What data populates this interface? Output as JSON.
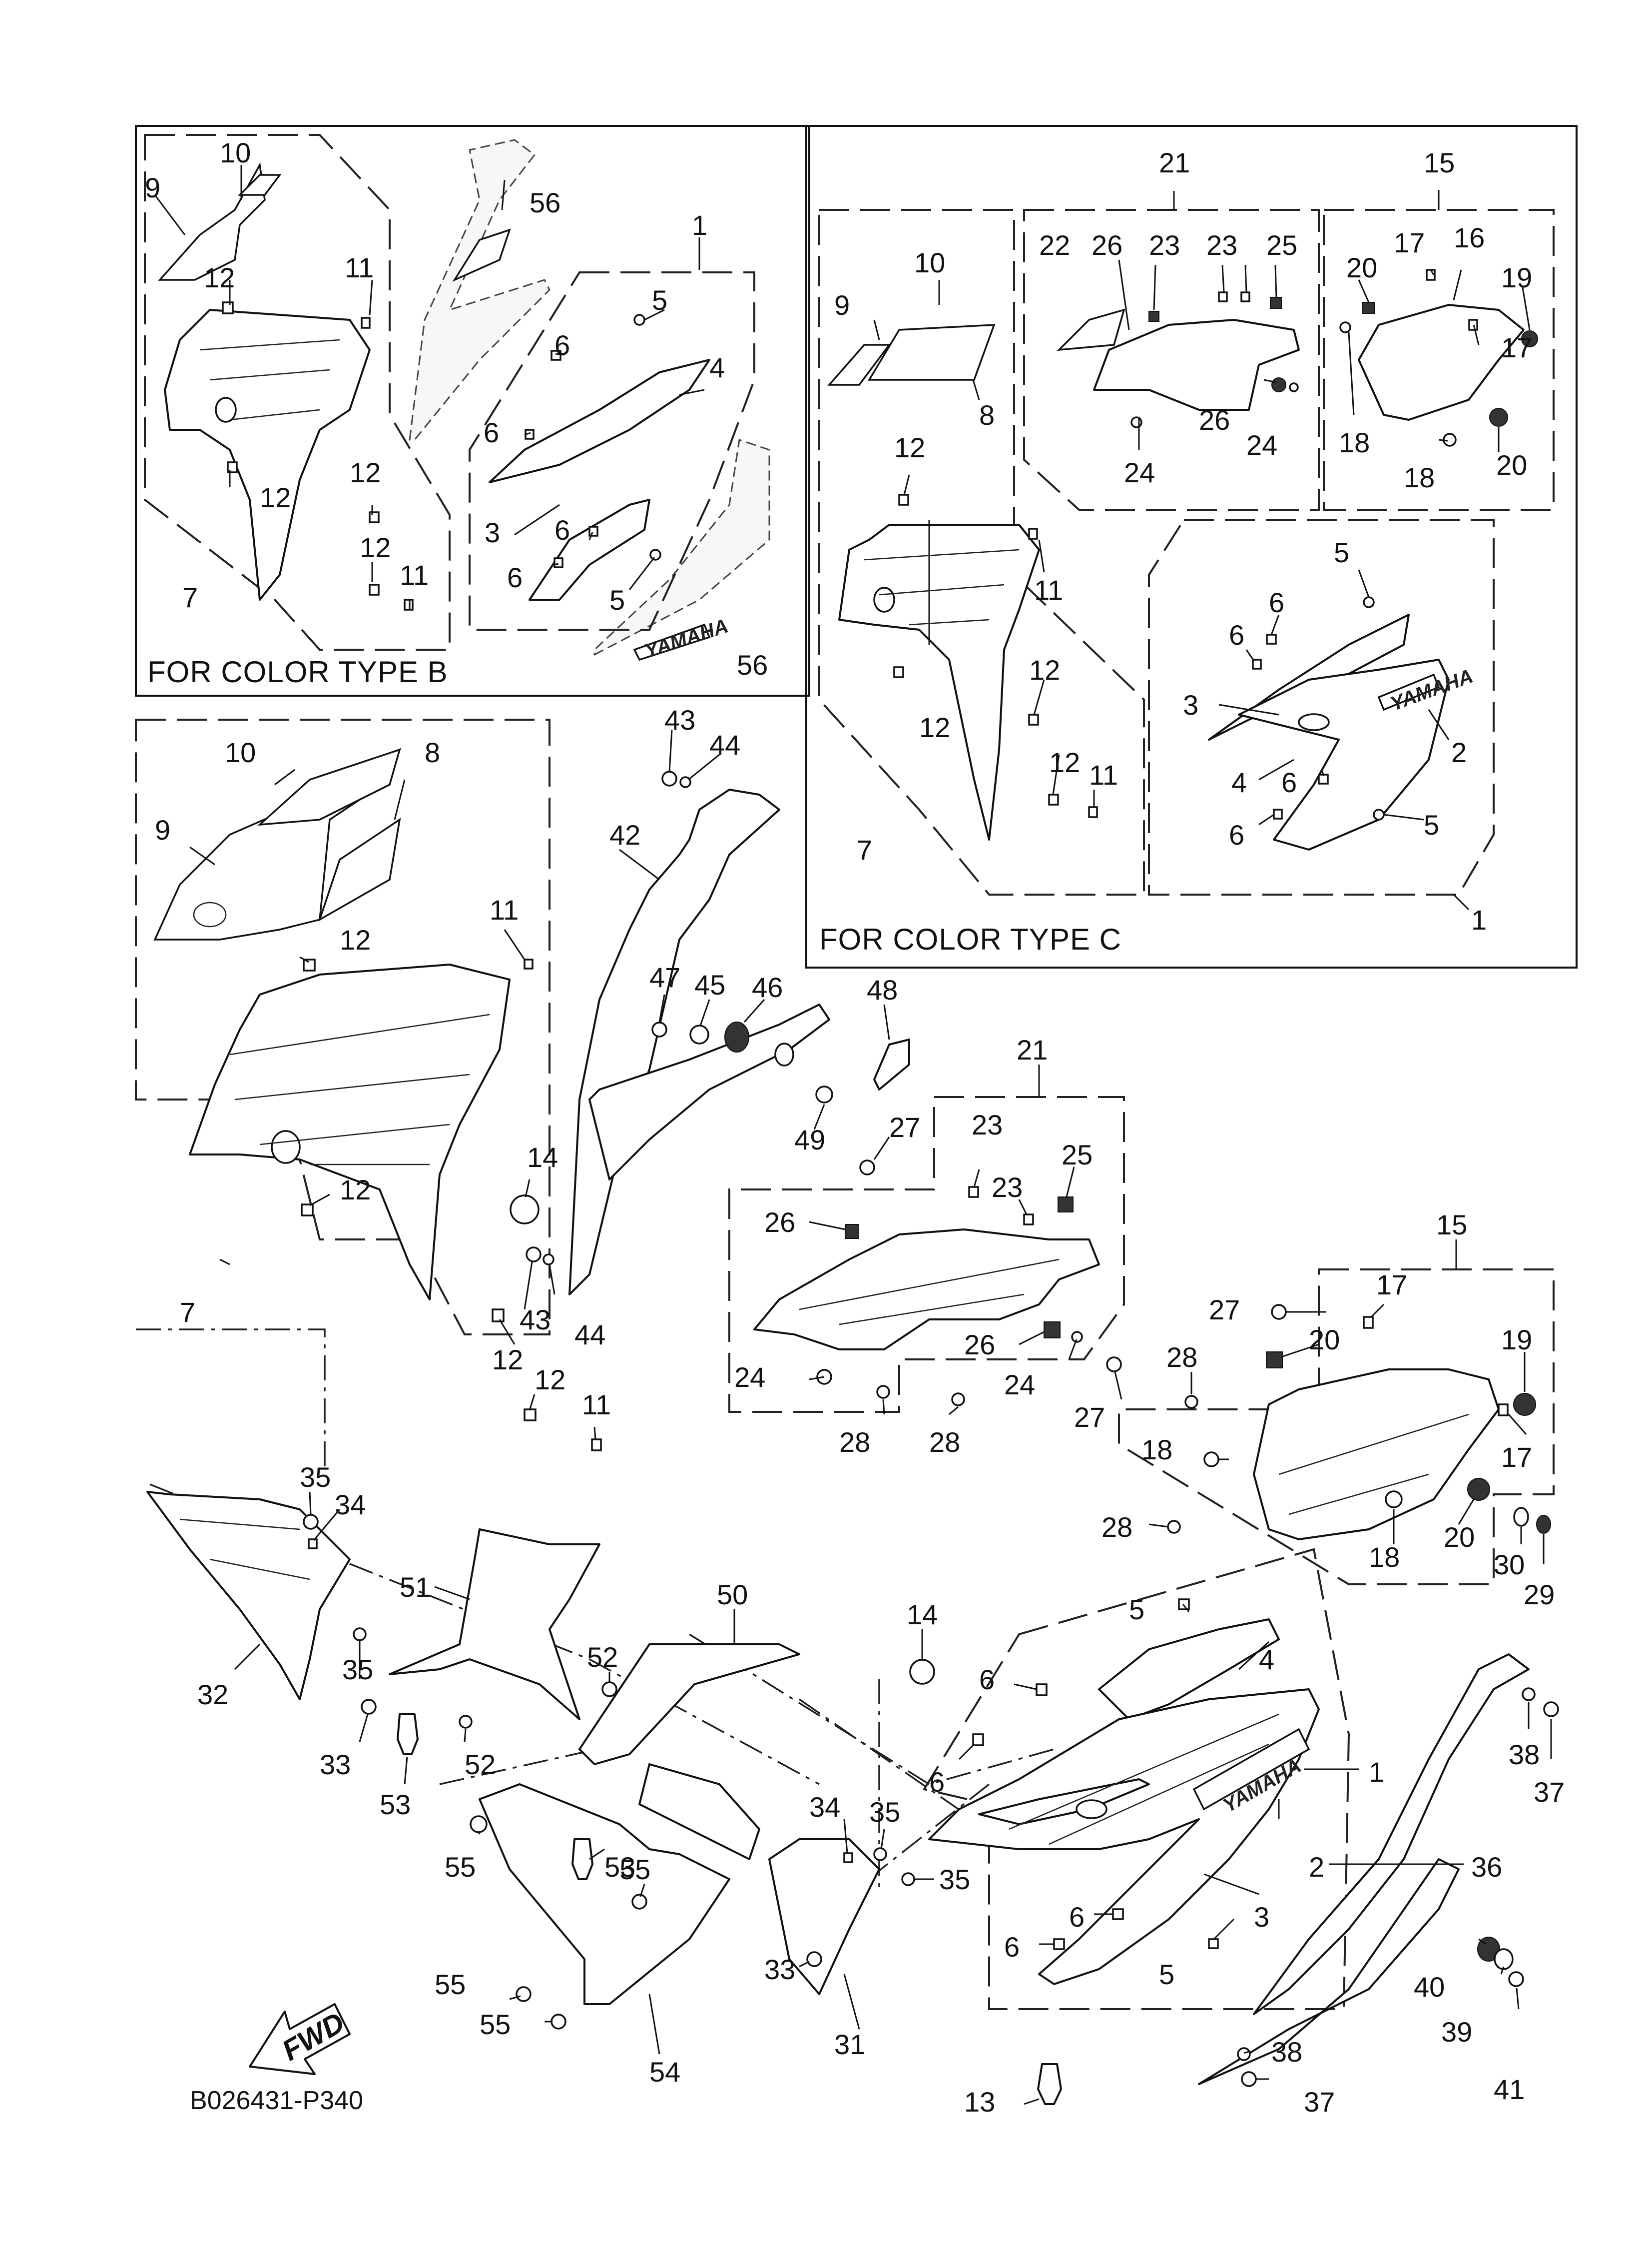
{
  "diagram_id": "B026431-P340",
  "fwd_label": "FWD",
  "brand_mark": "YAMAHA",
  "sections": {
    "color_type_b": "FOR COLOR TYPE B",
    "color_type_c": "FOR COLOR TYPE C"
  },
  "callouts": {
    "tb_10": "10",
    "tb_9": "9",
    "tb_12a": "12",
    "tb_11a": "11",
    "tb_12b": "12",
    "tb_12c": "12",
    "tb_12d": "12",
    "tb_11b": "11",
    "tb_7": "7",
    "tb_56a": "56",
    "tb_1": "1",
    "tb_5a": "5",
    "tb_6a": "6",
    "tb_4": "4",
    "tb_6b": "6",
    "tb_3": "3",
    "tb_6c": "6",
    "tb_6d": "6",
    "tb_5b": "5",
    "tb_56b": "56",
    "tc_10": "10",
    "tc_9": "9",
    "tc_8": "8",
    "tc_12a": "12",
    "tc_11a": "11",
    "tc_12b": "12",
    "tc_12c": "12",
    "tc_12d": "12",
    "tc_11b": "11",
    "tc_7": "7",
    "tc_21": "21",
    "tc_22": "22",
    "tc_26a": "26",
    "tc_23a": "23",
    "tc_23b": "23",
    "tc_25": "25",
    "tc_26b": "26",
    "tc_24a": "24",
    "tc_24b": "24",
    "tc_15": "15",
    "tc_17a": "17",
    "tc_16": "16",
    "tc_20a": "20",
    "tc_19": "19",
    "tc_17b": "17",
    "tc_18a": "18",
    "tc_18b": "18",
    "tc_20b": "20",
    "tc_1": "1",
    "tc_5a": "5",
    "tc_6a": "6",
    "tc_6b": "6",
    "tc_3": "3",
    "tc_2": "2",
    "tc_4": "4",
    "tc_6c": "6",
    "tc_6d": "6",
    "tc_5b": "5",
    "m_10": "10",
    "m_8": "8",
    "m_9": "9",
    "m_11a": "11",
    "m_12a": "12",
    "m_12b": "12",
    "m_7": "7",
    "m_14a": "14",
    "m_43a": "43",
    "m_44a": "44",
    "m_43b": "43",
    "m_44b": "44",
    "m_42": "42",
    "m_12c": "12",
    "m_12d": "12",
    "m_11b": "11",
    "m_47": "47",
    "m_45": "45",
    "m_46": "46",
    "m_48": "48",
    "m_49": "49",
    "m_21": "21",
    "m_27a": "27",
    "m_23a": "23",
    "m_25": "25",
    "m_23b": "23",
    "m_26a": "26",
    "m_26b": "26",
    "m_24a": "24",
    "m_24b": "24",
    "m_27b": "27",
    "m_28a": "28",
    "m_28b": "28",
    "m_15": "15",
    "m_27c": "27",
    "m_17a": "17",
    "m_20a": "20",
    "m_19": "19",
    "m_28c": "28",
    "m_18a": "18",
    "m_17b": "17",
    "m_28d": "28",
    "m_18b": "18",
    "m_20b": "20",
    "m_30": "30",
    "m_29": "29",
    "b_35a": "35",
    "b_34a": "34",
    "b_51": "51",
    "b_32": "32",
    "b_35b": "35",
    "b_33a": "33",
    "b_53a": "53",
    "b_52a": "52",
    "b_52b": "52",
    "b_50": "50",
    "b_14": "14",
    "b_5a": "5",
    "b_4": "4",
    "b_6a": "6",
    "b_1": "1",
    "b_38a": "38",
    "b_37a": "37",
    "b_6b": "6",
    "b_2": "2",
    "b_36": "36",
    "b_55a": "55",
    "b_53b": "53",
    "b_34b": "34",
    "b_35c": "35",
    "b_35d": "35",
    "b_55b": "55",
    "b_3": "3",
    "b_6c": "6",
    "b_40": "40",
    "b_39": "39",
    "b_55c": "55",
    "b_33b": "33",
    "b_6d": "6",
    "b_5b": "5",
    "b_55d": "55",
    "b_54": "54",
    "b_31": "31",
    "b_38b": "38",
    "b_41": "41",
    "b_13": "13",
    "b_37b": "37"
  }
}
